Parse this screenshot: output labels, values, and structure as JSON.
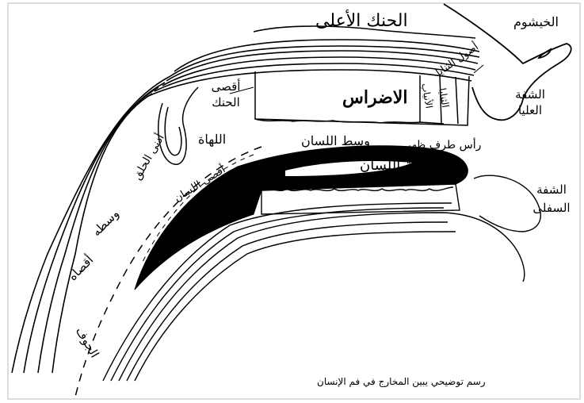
{
  "caption": "رسم توضيحي يبين المخارج في فم الإنسان",
  "labels": {
    "upper_palate": "الحنك الأعلى",
    "nasal_cavity": "الخيشوم",
    "upper_teeth_roots": "أصول الثنايا",
    "upper_lip": "الشفة العليا",
    "molars": "الاضراس",
    "incisors": "الثنايا",
    "canines": "الأنياب",
    "farthest_palate": "أقصى الحنك",
    "uvula": "اللهاة",
    "tongue_middle": "وسط اللسان",
    "tongue_tip_top": "رأس طرف ظهر",
    "tongue_edge": "حافة اللسان",
    "lower_lip": "الشفة السفلى",
    "farthest_tongue": "أقصى اللسان",
    "nearest_throat": "أدنى الحلق",
    "middle": "وسطه",
    "farthest": "أقصاه",
    "cavity": "الجوف"
  }
}
